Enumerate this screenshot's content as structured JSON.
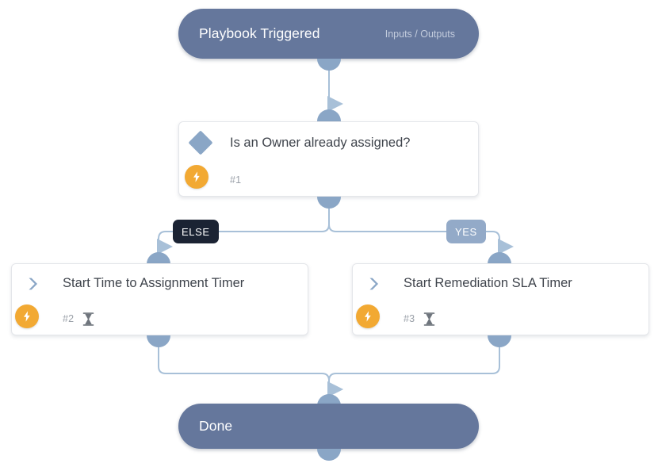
{
  "canvas": {
    "background": "#ffffff",
    "accent_node": "#65779c",
    "accent_handle": "#8aa6c6",
    "accent_badge": "#f2a933",
    "edge_color": "#a8c0d8"
  },
  "nodes": {
    "trigger": {
      "title": "Playbook Triggered",
      "aux_label": "Inputs / Outputs",
      "type": "terminal"
    },
    "decision": {
      "title": "Is an Owner already assigned?",
      "step": "#1",
      "icon": "diamond-icon",
      "badge_icon": "bolt-icon",
      "type": "condition"
    },
    "action_left": {
      "title": "Start Time to Assignment Timer",
      "step": "#2",
      "icon": "chevron-right-icon",
      "badge_icon": "bolt-icon",
      "timer_icon": "hourglass-icon",
      "type": "action"
    },
    "action_right": {
      "title": "Start Remediation SLA Timer",
      "step": "#3",
      "icon": "chevron-right-icon",
      "badge_icon": "bolt-icon",
      "timer_icon": "hourglass-icon",
      "type": "action"
    },
    "done": {
      "title": "Done",
      "type": "terminal"
    }
  },
  "branches": {
    "else_label": "ELSE",
    "yes_label": "YES"
  }
}
